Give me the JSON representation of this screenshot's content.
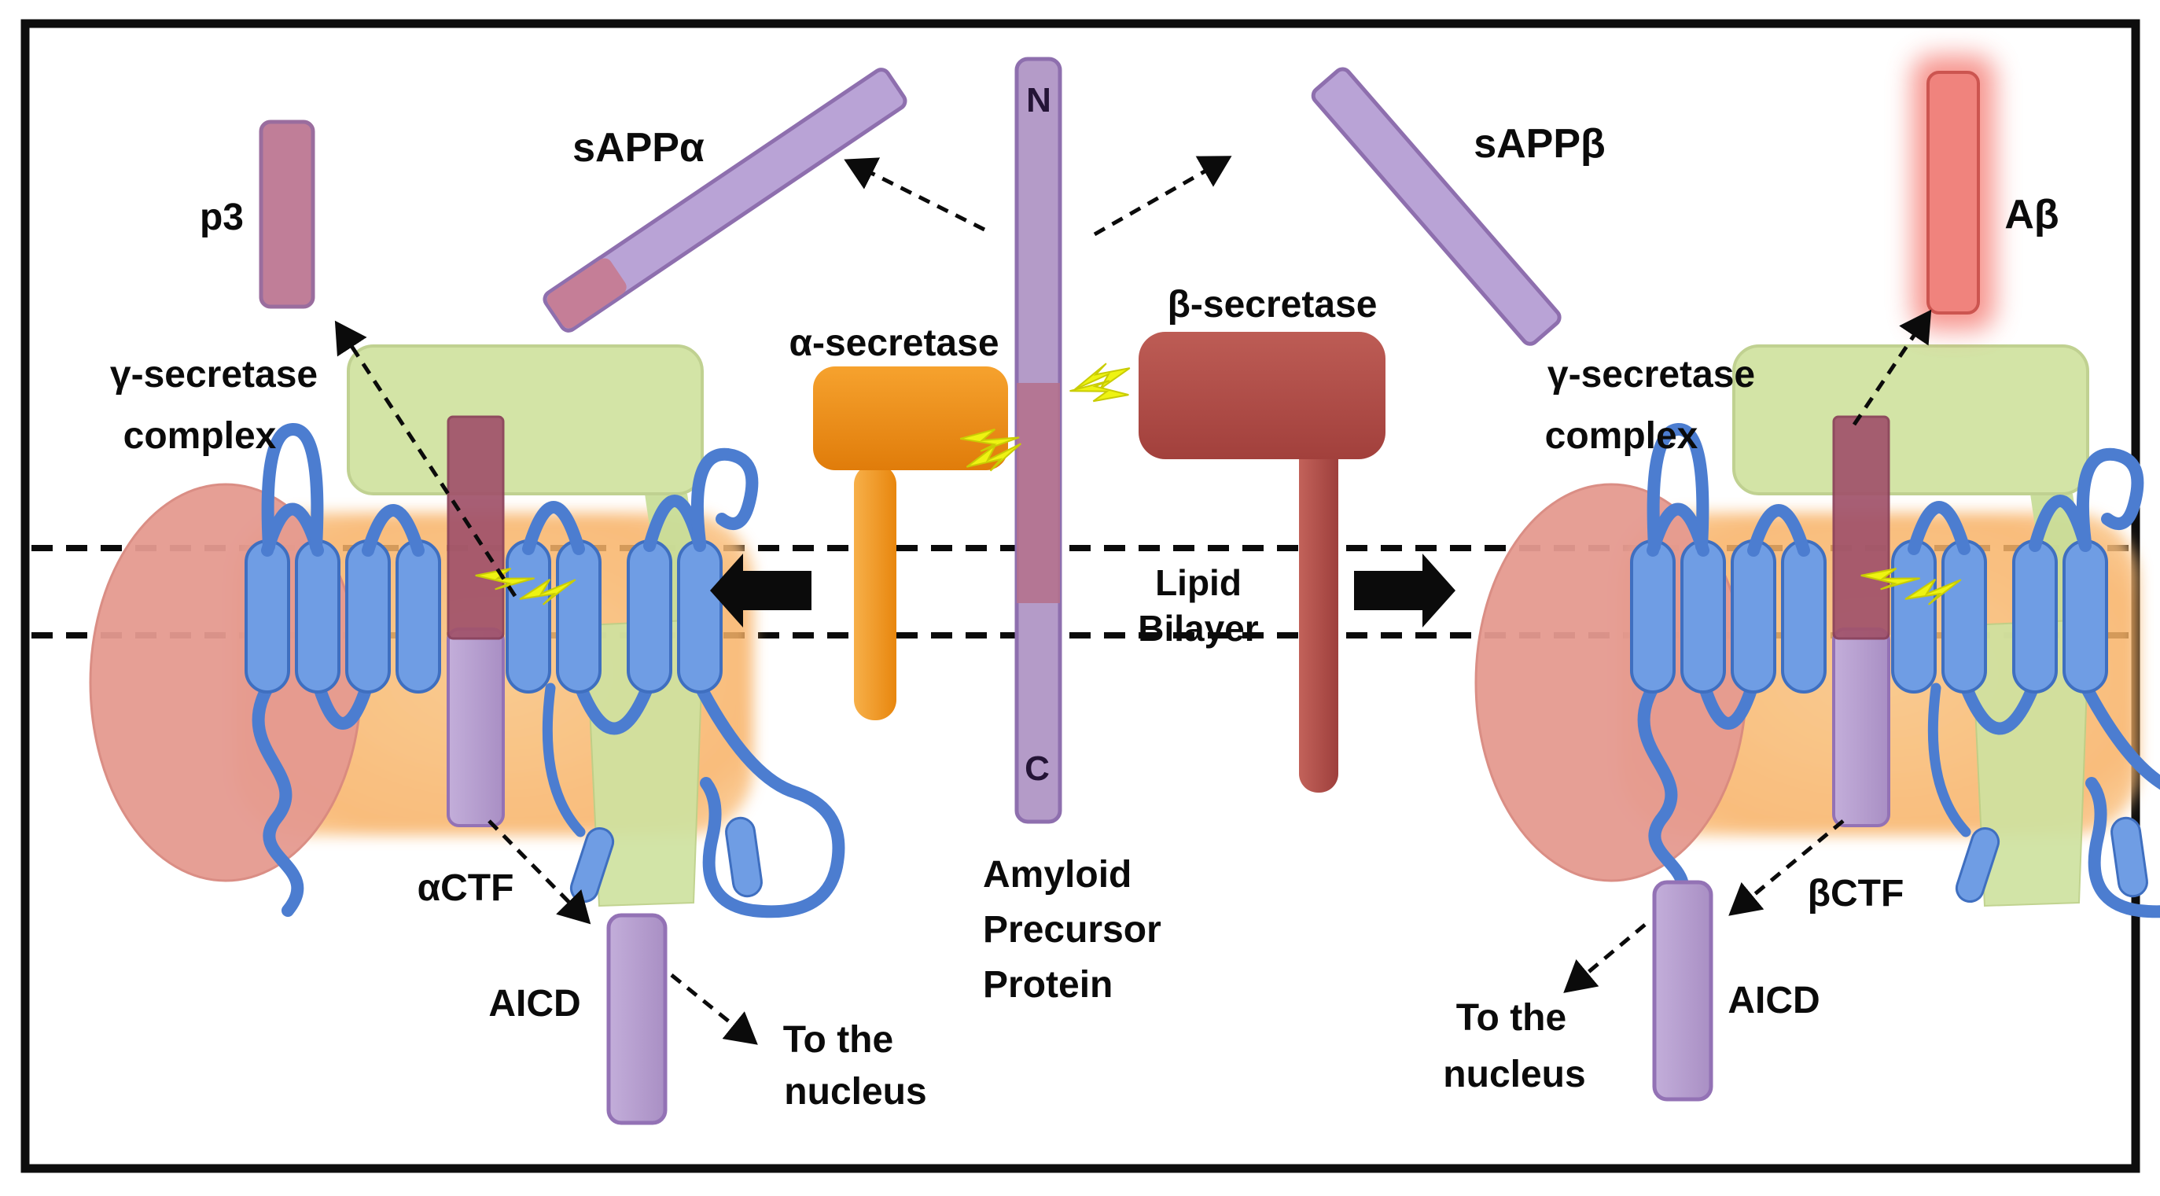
{
  "figure": {
    "type": "pathway-diagram",
    "subject": "Amyloid Precursor Protein processing: non-amyloidogenic (left) and amyloidogenic (right) pathways"
  },
  "labels": {
    "p3": "p3",
    "sapp_alpha": "sAPPα",
    "sapp_beta": "sAPPβ",
    "n_terminus": "N",
    "c_terminus": "C",
    "amyloid_beta": "Aβ",
    "alpha_secretase": "α-secretase",
    "beta_secretase": "β-secretase",
    "gamma_secretase_left": {
      "line1": "γ-secretase",
      "line2": "complex"
    },
    "gamma_secretase_right": {
      "line1": "γ-secretase",
      "line2": "complex"
    },
    "lipid_bilayer": {
      "line1": "Lipid",
      "line2": "Bilayer"
    },
    "amyloid_precursor_protein": {
      "line1": "Amyloid",
      "line2": "Precursor",
      "line3": "Protein"
    },
    "alpha_ctf": "αCTF",
    "beta_ctf": "βCTF",
    "aicd_left": "AICD",
    "aicd_right": "AICD",
    "to_the_nucleus_left": {
      "line1": "To the",
      "line2": "nucleus"
    },
    "to_the_nucleus_right": {
      "line1": "To the",
      "line2": "nucleus"
    }
  },
  "icons": {
    "scissors-icon": "yellow lightning bolt marking cleavage site",
    "dashed-arrow-icon": "thin black dashed arrow",
    "block-arrow-icon": "solid black block arrow"
  },
  "palette": {
    "background": "#ffffff",
    "border_black": "#0d0d0d",
    "app_purple_fill": "#b49bc8",
    "purple_stroke": "#8e6fae",
    "product_purple": "#b7a0d2",
    "mauve_pink": "#c07e98",
    "ctf_red": "#a1536b",
    "abeta_fill": "#f0837d",
    "abeta_glow": "#f4736b",
    "orange_secretase": "#ee8a15",
    "dark_red_secretase": "#b24b47",
    "green_nicastrin": "#d3e4a6",
    "salmon_ellipse": "#e59a90",
    "orange_glow": "#f8b96a",
    "helix_blue": "#6f9de4",
    "helix_blue_stroke": "#3f6fc0",
    "scissors_yellow": "#eef312",
    "text": "#0b0b0b"
  }
}
